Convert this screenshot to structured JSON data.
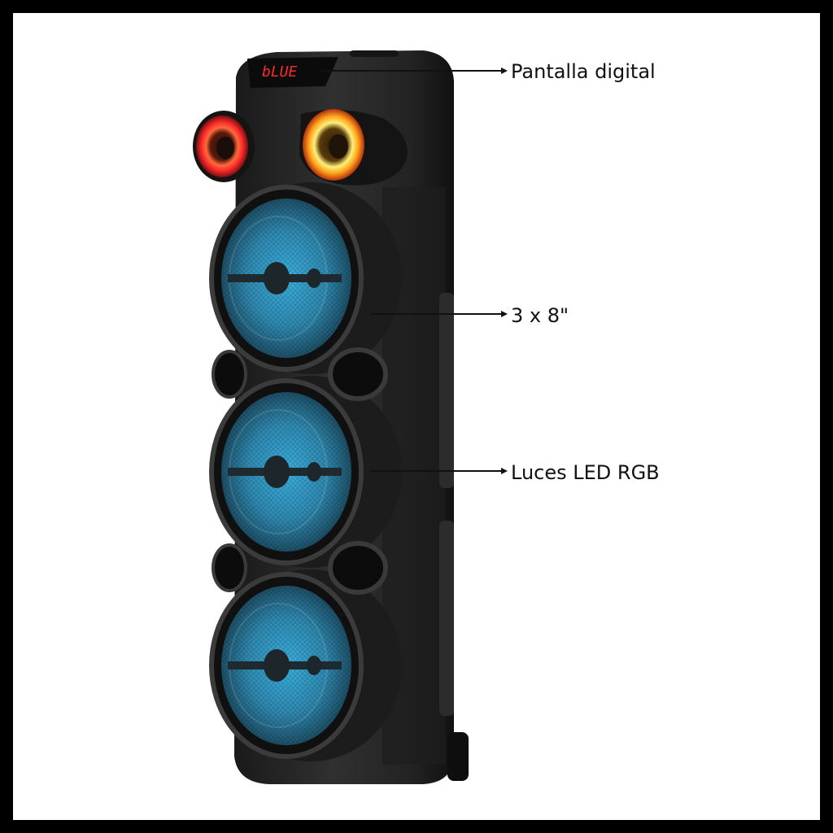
{
  "display": {
    "text": "bLUE",
    "color": "#ff2a2a"
  },
  "callouts": [
    {
      "label": "Pantalla digital"
    },
    {
      "label": "3 x 8\""
    },
    {
      "label": "Luces LED RGB"
    }
  ],
  "colors": {
    "frame": "#000000",
    "background": "#ffffff",
    "body": "#262626",
    "woofer_glow": "#3fa9d6",
    "ring_light_left": "#ff3b2f",
    "ring_light_right": "#ffb21a"
  }
}
